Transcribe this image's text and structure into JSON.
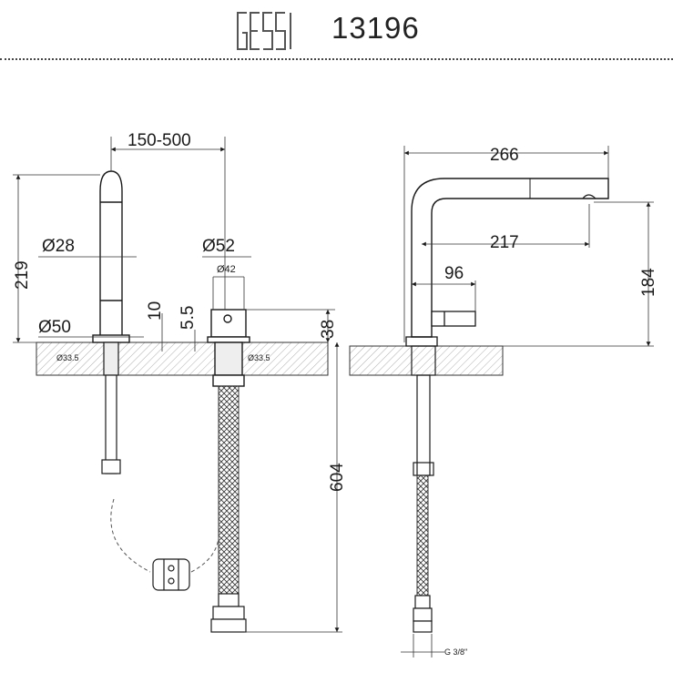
{
  "header": {
    "brand": "GESSI",
    "model": "13196"
  },
  "front_view": {
    "dim_reach": "150-500",
    "dim_height": "219",
    "dim_spout_diameter": "Ø28",
    "dim_base_diameter": "Ø50",
    "dim_10": "10",
    "dim_5_5": "5.5",
    "dim_handle_diameter": "Ø52",
    "dim_handle_inner": "Ø42",
    "dim_38": "38",
    "dim_hole_left": "Ø33.5",
    "dim_hole_right": "Ø33.5",
    "dim_hose_length": "604"
  },
  "side_view": {
    "dim_total_reach": "266",
    "dim_spout_reach": "217",
    "dim_lever": "96",
    "dim_height": "184",
    "dim_thread": "G 3/8\""
  }
}
